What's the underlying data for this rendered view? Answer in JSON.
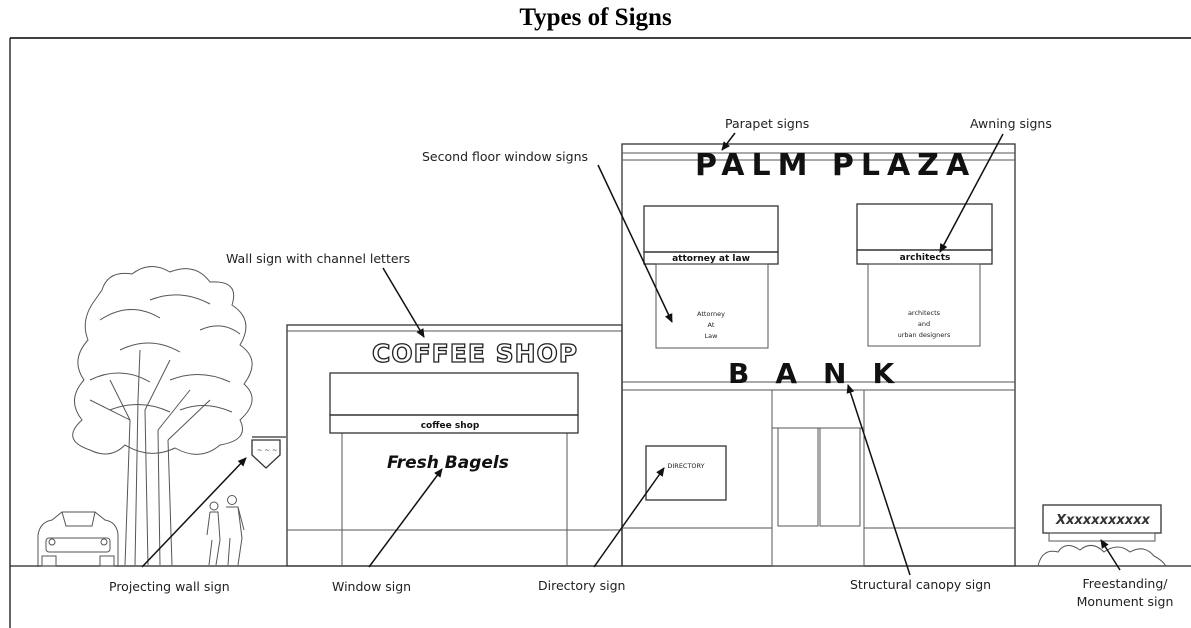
{
  "title": "Types of Signs",
  "signs": {
    "palm_plaza": "PALM PLAZA",
    "coffee_shop": "COFFEE SHOP",
    "coffee_shop_awning": "coffee shop",
    "fresh_bagels": "Fresh Bagels",
    "bank": "BANK",
    "attorney_awning": "attorney at law",
    "attorney_window_line1": "Attorney",
    "attorney_window_line2": "At",
    "attorney_window_line3": "Law",
    "architects_awning": "architects",
    "architects_window_line1": "architects",
    "architects_window_line2": "and",
    "architects_window_line3": "urban designers",
    "directory": "DIRECTORY",
    "monument": "Xxxxxxxxxxx"
  },
  "labels": {
    "parapet": "Parapet signs",
    "awning": "Awning signs",
    "second_floor": "Second floor window signs",
    "wall_channel": "Wall sign with channel letters",
    "projecting": "Projecting wall sign",
    "window": "Window sign",
    "directory": "Directory sign",
    "canopy": "Structural canopy sign",
    "freestanding_line1": "Freestanding/",
    "freestanding_line2": "Monument sign"
  }
}
